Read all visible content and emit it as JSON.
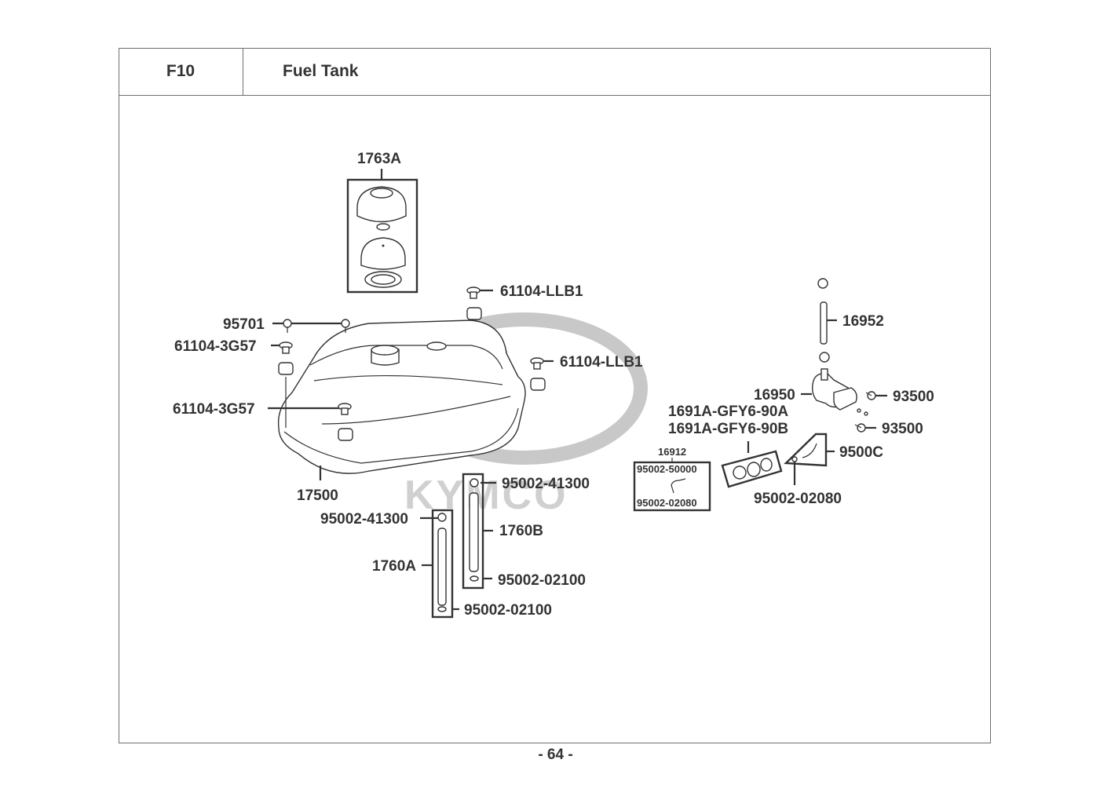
{
  "header": {
    "section_code": "F10",
    "section_title": "Fuel Tank"
  },
  "watermark": {
    "brand": "KYMCO",
    "color": "#c8c8c8"
  },
  "parts": {
    "cap_assembly": "1763A",
    "bolt_95701": "95701",
    "cushion_left_top": "61104-3G57",
    "cushion_left_bottom": "61104-3G57",
    "cushion_right_top": "61104-LLB1",
    "cushion_right_mid": "61104-LLB1",
    "fuel_tank": "17500",
    "clamp_a_top": "95002-41300",
    "tube_a": "1760A",
    "clamp_a_bottom": "95002-02100",
    "clamp_b_top": "95002-41300",
    "tube_b": "1760B",
    "clamp_b_bottom": "95002-02100",
    "hose_16912": "16912",
    "hose_16912_clip_top": "95002-50000",
    "hose_16912_clip_bottom": "95002-02080",
    "fuel_filter_a": "1691A-GFY6-90A",
    "fuel_filter_b": "1691A-GFY6-90B",
    "vacuum_hose": "9500C",
    "vacuum_hose_clip": "95002-02080",
    "fuel_cock": "16950",
    "fuel_hose_16952": "16952",
    "screw_top": "93500",
    "screw_bottom": "93500"
  },
  "footer": {
    "page_number": "- 64 -"
  }
}
